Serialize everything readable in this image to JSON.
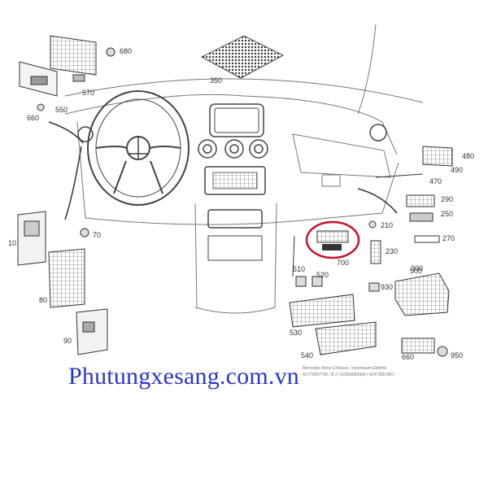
{
  "watermark": "Phutungxesang.com.vn",
  "highlight_color": "#c8102e",
  "line_color": "#555555",
  "callouts": [
    "680",
    "570",
    "550",
    "660",
    "350",
    "480",
    "490",
    "470",
    "290",
    "250",
    "270",
    "210",
    "230",
    "500",
    "510",
    "520",
    "930",
    "300",
    "530",
    "540",
    "950",
    "660",
    "10",
    "70",
    "80",
    "90"
  ],
  "highlighted_part": "700",
  "footer_note": [
    "Mercedes-Benz G-Klasse / Innenraum Elektrik",
    "A1779057700 / B 2 | A2059055306 | A2479057801"
  ]
}
